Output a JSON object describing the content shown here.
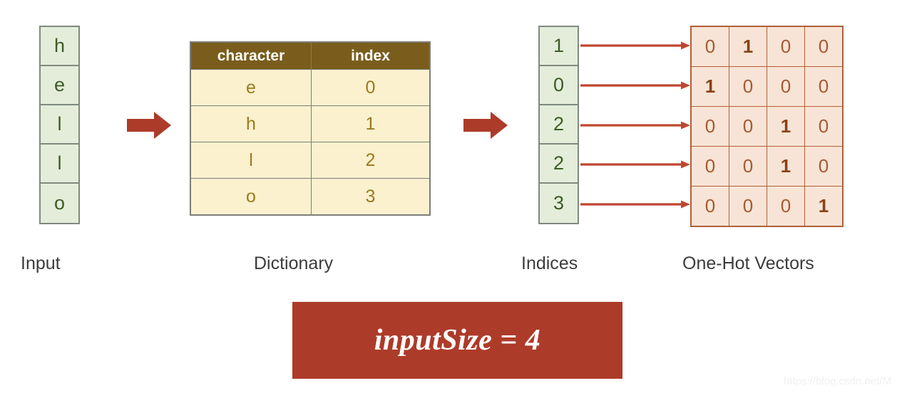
{
  "diagram": {
    "title": "Character one-hot encoding pipeline",
    "colors": {
      "green_fill": "#e4edda",
      "green_border": "#7f8a7f",
      "green_text": "#3c5c24",
      "dict_header_bg": "#7a5d1c",
      "dict_header_text": "#ffffff",
      "dict_body_bg": "#fbf1cf",
      "dict_body_text": "#9a7a1c",
      "dict_border": "#7d7d78",
      "onehot_fill": "#f8e4d6",
      "onehot_border": "#b06038",
      "onehot_text": "#a55a32",
      "onehot_hot_text": "#8a4218",
      "arrow_red": "#ad3b29",
      "banner_bg": "#ad3b29",
      "label_text": "#3c3c3c"
    }
  },
  "input": {
    "label": "Input",
    "cells": [
      "h",
      "e",
      "l",
      "l",
      "o"
    ]
  },
  "arrows": {
    "block_arrow_1": "block-arrow-right",
    "block_arrow_2": "block-arrow-right",
    "map_arrow": "arrow-right"
  },
  "dictionary": {
    "label": "Dictionary",
    "headers": [
      "character",
      "index"
    ],
    "rows": [
      {
        "character": "e",
        "index": "0"
      },
      {
        "character": "h",
        "index": "1"
      },
      {
        "character": "l",
        "index": "2"
      },
      {
        "character": "o",
        "index": "3"
      }
    ]
  },
  "indices": {
    "label": "Indices",
    "cells": [
      "1",
      "0",
      "2",
      "2",
      "3"
    ]
  },
  "onehot": {
    "label": "One-Hot Vectors",
    "rows": [
      [
        "0",
        "1",
        "0",
        "0"
      ],
      [
        "1",
        "0",
        "0",
        "0"
      ],
      [
        "0",
        "0",
        "1",
        "0"
      ],
      [
        "0",
        "0",
        "1",
        "0"
      ],
      [
        "0",
        "0",
        "0",
        "1"
      ]
    ]
  },
  "banner": {
    "text": "inputSize = 4"
  },
  "watermark": {
    "text": "https://blog.csdn.net/M"
  }
}
